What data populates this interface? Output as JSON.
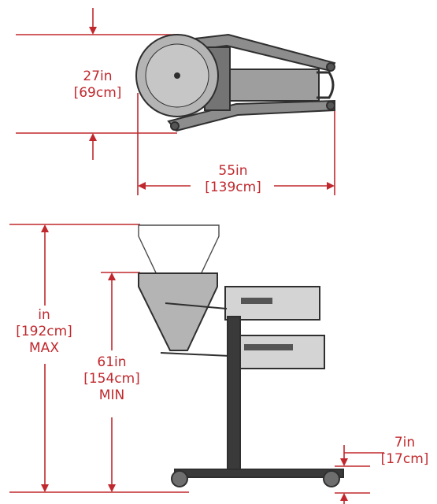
{
  "colors": {
    "dimension": "#c0282d",
    "frame": "#2f2f2f",
    "metal": "#b4b4b4",
    "metal_dark": "#6e6e6e",
    "background": "#ffffff"
  },
  "top_view": {
    "width_dim": {
      "value": "27in",
      "metric": "[69cm]"
    },
    "length_dim": {
      "value": "55in",
      "metric": "[139cm]"
    }
  },
  "side_view": {
    "max_height_dim": {
      "value": "in",
      "metric": "[192cm]",
      "qualifier": "MAX"
    },
    "min_height_dim": {
      "value": "61in",
      "metric": "[154cm]",
      "qualifier": "MIN"
    },
    "base_height_dim": {
      "value": "7in",
      "metric": "[17cm]"
    }
  }
}
